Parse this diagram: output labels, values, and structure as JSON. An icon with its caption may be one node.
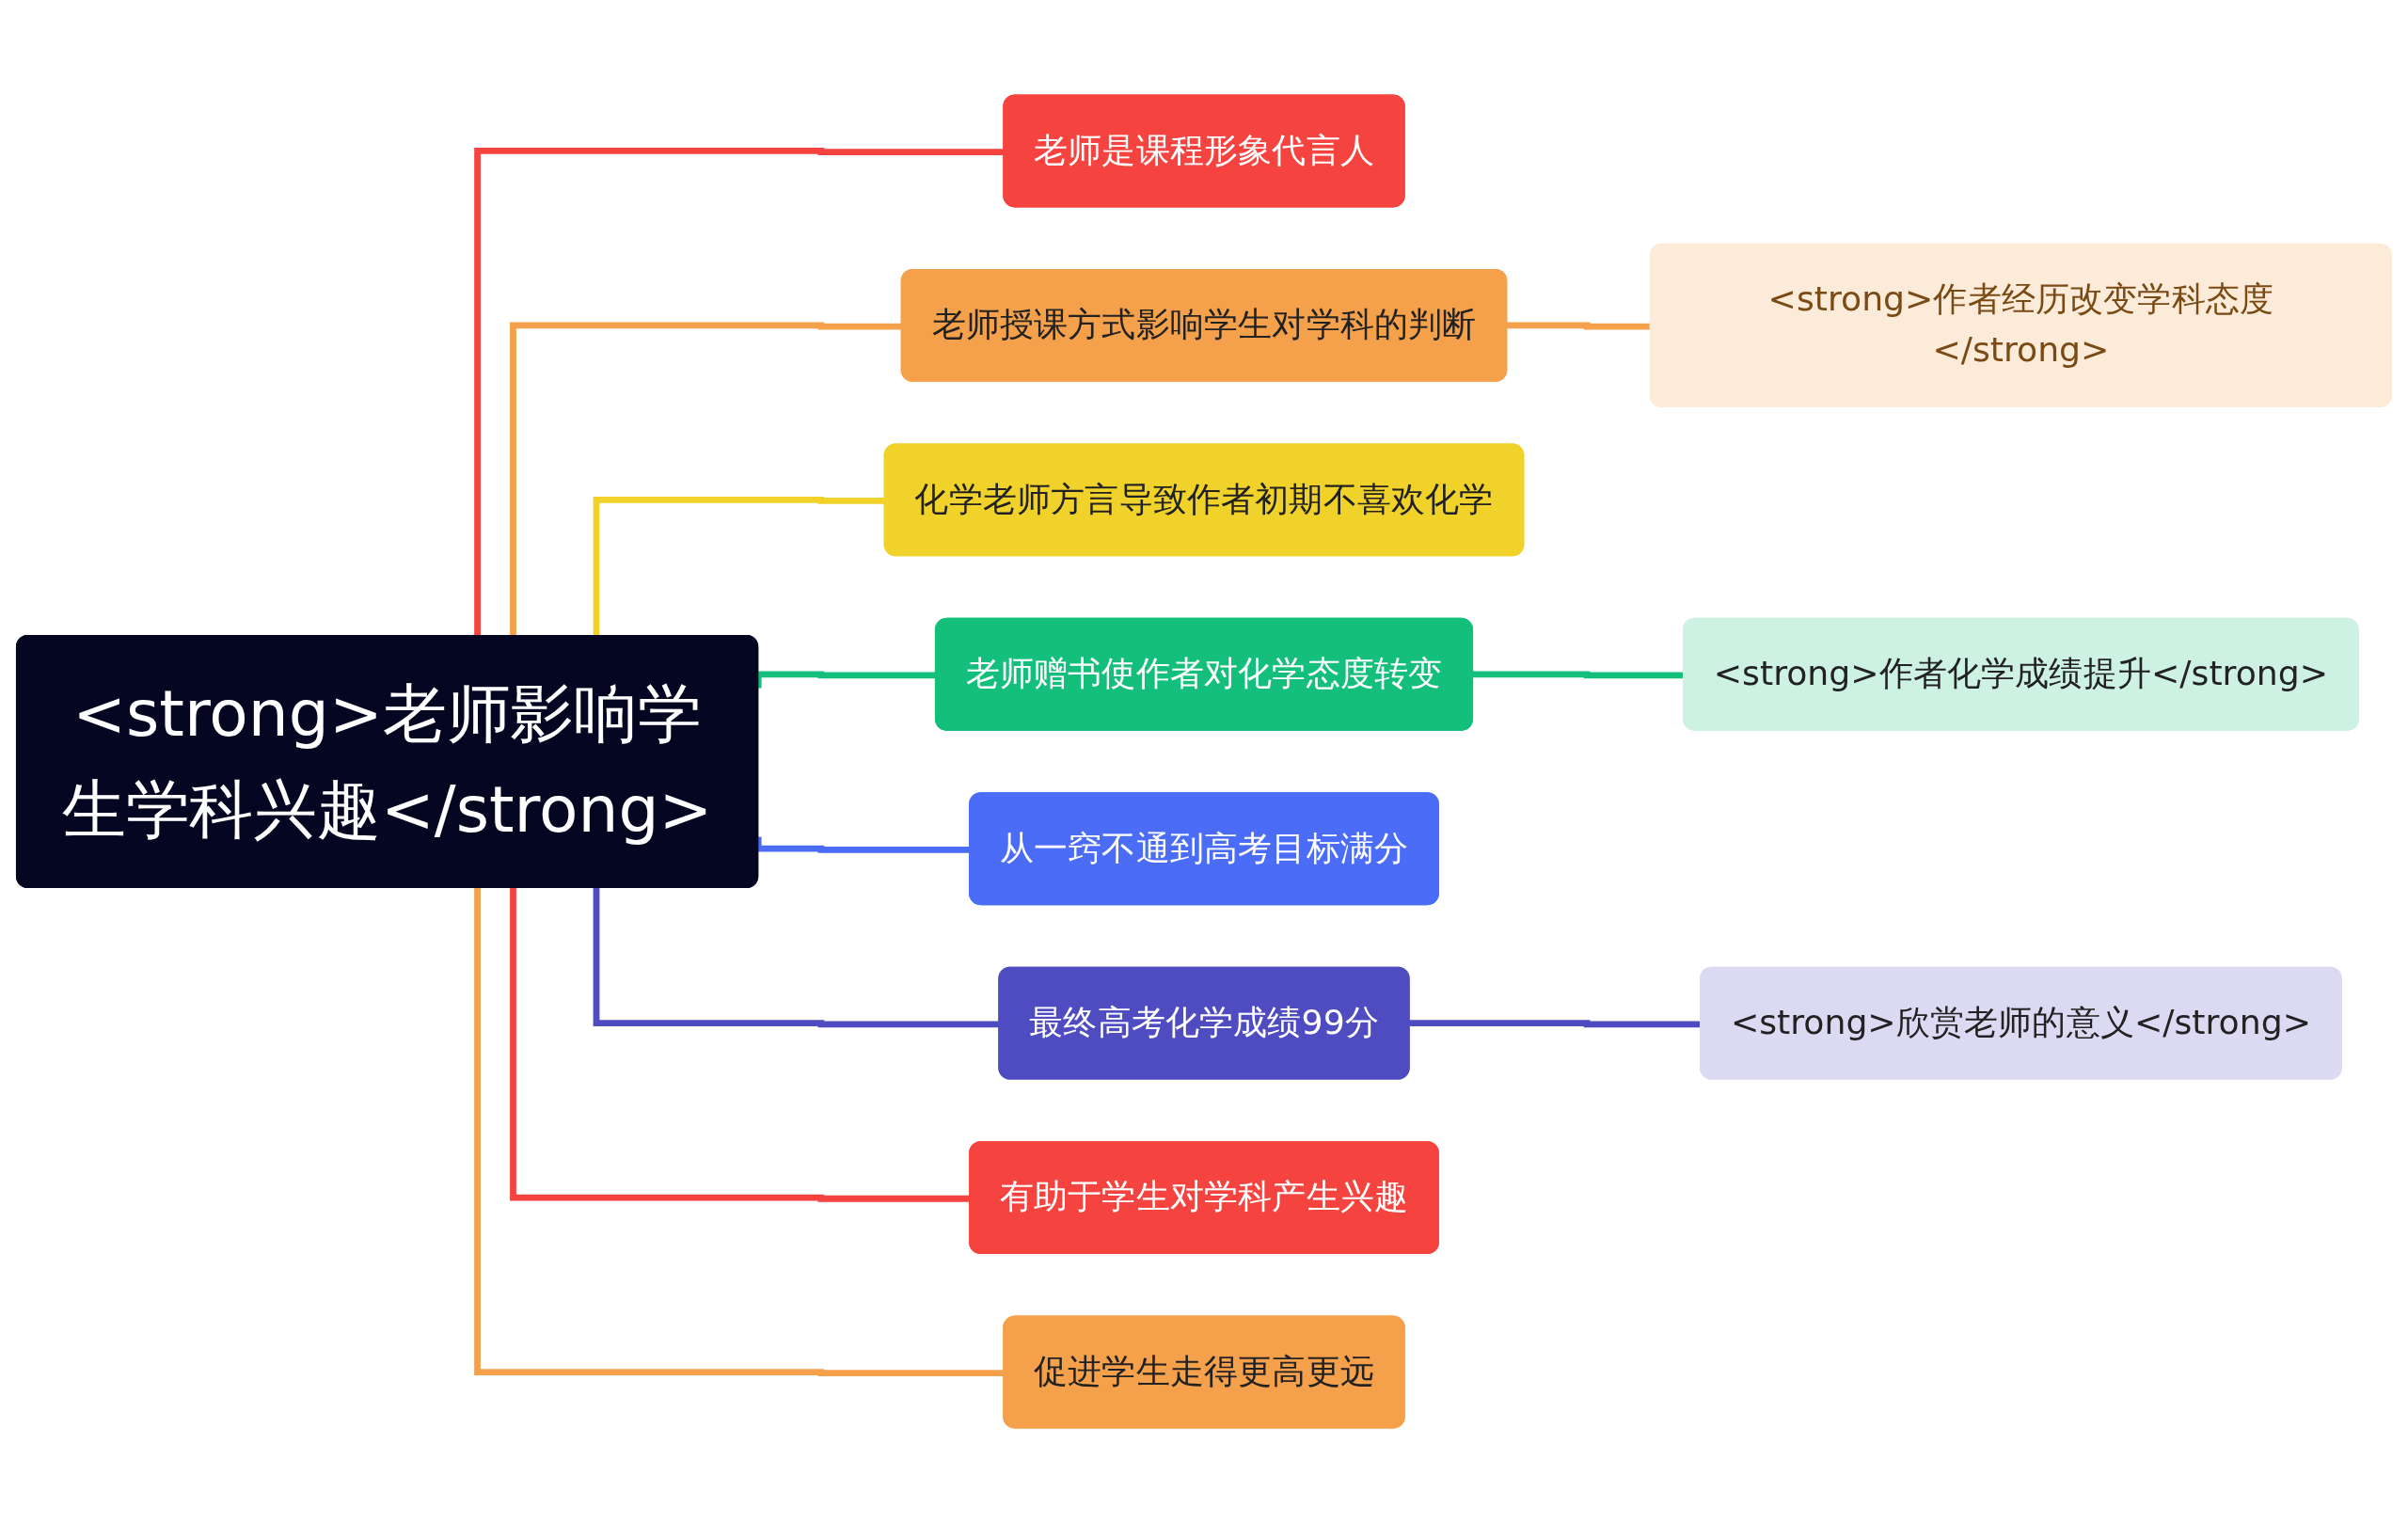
{
  "diagram": {
    "nodes": [
      {
        "text": [
          "<strong>老师影响学生学科兴趣</strong>"
        ]
      },
      {
        "text": [
          "老师是课程形象代言人"
        ]
      },
      {
        "text": [
          "老师授课方式影响学生对学科的判断"
        ]
      },
      {
        "text": [
          "<strong>作者经历改变学科态度</strong>"
        ]
      },
      {
        "text": [
          "化学老师方言导致作者初期不喜欢化学"
        ]
      },
      {
        "text": [
          "老师赠书使作者对化学态度转变"
        ]
      },
      {
        "text": [
          "<strong>作者化学成绩提升</strong>"
        ]
      },
      {
        "text": [
          "从一窍不通到高考目标满分"
        ]
      },
      {
        "text": [
          "最终高考化学成绩99分"
        ]
      },
      {
        "text": [
          "<strong>欣赏老师的意义</strong>"
        ]
      },
      {
        "text": [
          "有助于学生对学科产生兴趣"
        ]
      },
      {
        "text": [
          "促进学生走得更高更远"
        ]
      }
    ],
    "edges": [
      {
        "from": 0,
        "to": 1,
        "arrow": "none",
        "color": "#f5443f"
      },
      {
        "from": 0,
        "to": 2,
        "arrow": "none",
        "color": "#f5a04b"
      },
      {
        "from": 2,
        "to": 3,
        "arrow": "none",
        "color": "#f5a04b"
      },
      {
        "from": 0,
        "to": 4,
        "arrow": "none",
        "color": "#f0d22a"
      },
      {
        "from": 0,
        "to": 5,
        "arrow": "none",
        "color": "#13bf7a"
      },
      {
        "from": 5,
        "to": 6,
        "arrow": "none",
        "color": "#13bf7a"
      },
      {
        "from": 0,
        "to": 7,
        "arrow": "none",
        "color": "#4a6cf7"
      },
      {
        "from": 0,
        "to": 8,
        "arrow": "none",
        "color": "#4f4bc0"
      },
      {
        "from": 8,
        "to": 9,
        "arrow": "none",
        "color": "#4f4bc0"
      },
      {
        "from": 0,
        "to": 10,
        "arrow": "none",
        "color": "#f5443f"
      },
      {
        "from": 0,
        "to": 11,
        "arrow": "none",
        "color": "#f5a04b"
      }
    ]
  }
}
